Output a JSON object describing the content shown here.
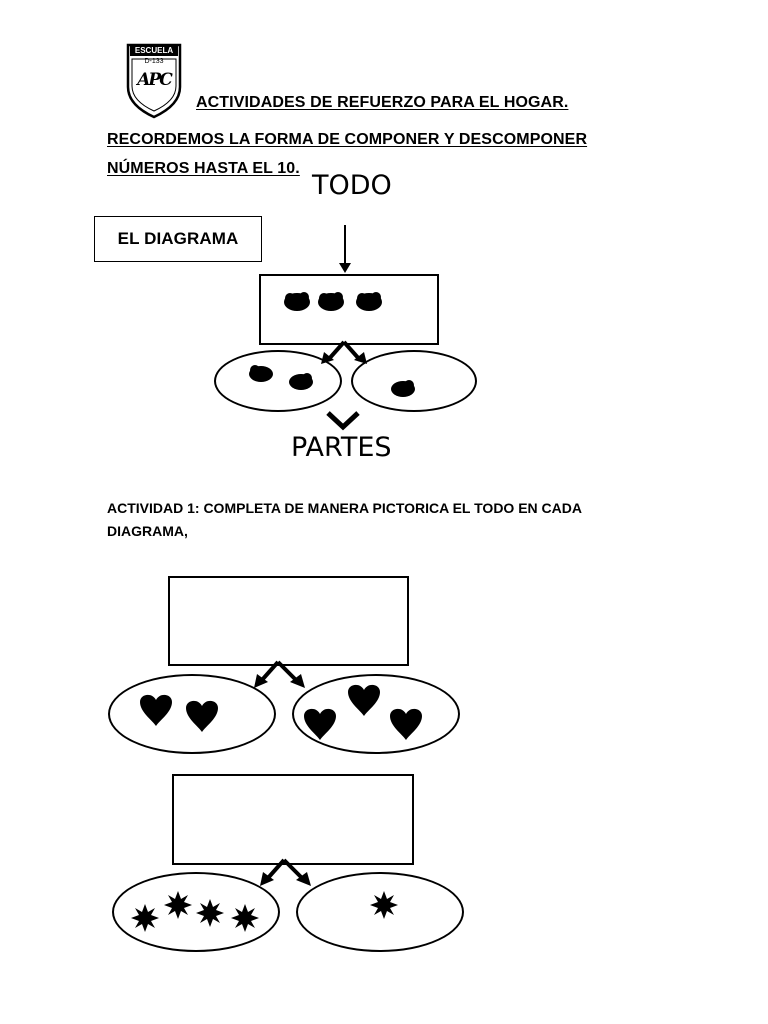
{
  "logo": {
    "top_text": "ESCUELA",
    "number": "D-133",
    "monogram": "APC"
  },
  "header": {
    "title": "ACTIVIDADES DE REFUERZO PARA EL HOGAR.",
    "subtitle_line1": "RECORDEMOS LA FORMA DE COMPONER Y DESCOMPONER",
    "subtitle_line2": "NÚMEROS HASTA EL 10."
  },
  "example": {
    "whole_label": "TODO",
    "diagram_label": "EL DIAGRAMA",
    "parts_label": "PARTES",
    "whole_count": 3,
    "left_part_count": 2,
    "right_part_count": 1
  },
  "activity": {
    "instruction_line1": "ACTIVIDAD 1: COMPLETA DE MANERA PICTORICA EL TODO EN CADA",
    "instruction_line2": "DIAGRAMA,",
    "diagrams": [
      {
        "icon": "heart-icon",
        "left_count": 2,
        "right_count": 3
      },
      {
        "icon": "star-icon",
        "left_count": 4,
        "right_count": 1
      }
    ]
  }
}
